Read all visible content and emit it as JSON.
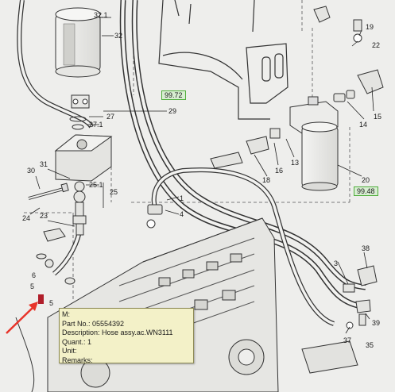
{
  "callouts": {
    "c32_1": "32.1",
    "c32": "32",
    "c29": "29",
    "c27": "27",
    "c27_1": "27.1",
    "c31": "31",
    "c30": "30",
    "c25_1": "25.1",
    "c25": "25",
    "c24": "24",
    "c23": "23",
    "c6": "6",
    "c5a": "5",
    "c5b": "5",
    "c1": "1",
    "c4": "4",
    "c19": "19",
    "c22": "22",
    "c14": "14",
    "c15": "15",
    "c16": "16",
    "c13": "13",
    "c18": "18",
    "c20": "20",
    "c3": "3",
    "c38": "38",
    "c39": "39",
    "c37": "37",
    "c35": "35"
  },
  "reference_boxes": {
    "ref_a": "99.72",
    "ref_b": "99.48"
  },
  "tooltip": {
    "line_m": "M:",
    "part_no": "Part No.: 05554392",
    "description": "Description: Hose assy.ac.WN3111",
    "quantity": "Quant.: 1",
    "unit": "Unit:",
    "remarks": "Remarks:"
  },
  "colors": {
    "annotation_arrow": "#e8352b",
    "selected_marker": "#b01e2a",
    "reference_box_border": "#4fae3b",
    "tooltip_background": "#f3f1c8"
  }
}
